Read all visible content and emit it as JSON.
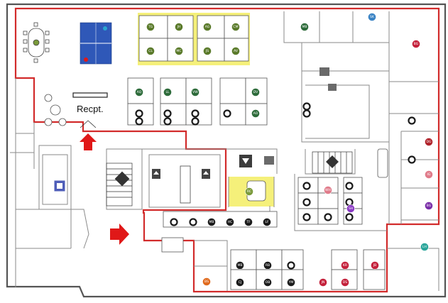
{
  "reception_label": "Recpt.",
  "colors": {
    "outer_wall": "#555555",
    "boundary": "#d22b2b",
    "highlight": "#f5f07a",
    "ping_pong": "#2f58b8",
    "arrow": "#e01818",
    "seat_green": "#2d6b3a",
    "seat_black": "#1b1b1b"
  },
  "icons": [
    "ping-pong-table-icon",
    "stairs-icon",
    "elevator-icon",
    "restroom-icon",
    "printer-icon",
    "down-arrow-icon",
    "up-arrow-icon",
    "red-arrow-icon"
  ],
  "seats": [
    {
      "code": "TG",
      "color": "#5a7a2a"
    },
    {
      "code": "JH",
      "color": "#5a7a2a"
    },
    {
      "code": "AG",
      "color": "#5a7a2a"
    },
    {
      "code": "CM",
      "color": "#5a7a2a"
    },
    {
      "code": "CL",
      "color": "#5a7a2a"
    },
    {
      "code": "MC",
      "color": "#5a7a2a"
    },
    {
      "code": "JS",
      "color": "#5a7a2a"
    },
    {
      "code": "AV",
      "color": "#5a7a2a"
    },
    {
      "code": "AQ",
      "color": "#2d6b3a"
    },
    {
      "code": "LL",
      "color": "#2d6b3a"
    },
    {
      "code": "VW",
      "color": "#2d6b3a"
    },
    {
      "code": "DV",
      "color": "#2d6b3a"
    },
    {
      "code": "AO",
      "color": "#2d6b3a"
    },
    {
      "code": "MB",
      "color": "#2d6b3a"
    },
    {
      "code": "SK",
      "color": "#3a83c4"
    },
    {
      "code": "BG",
      "color": "#c4213b"
    },
    {
      "code": "DG",
      "color": "#b0232b"
    },
    {
      "code": "IG",
      "color": "#e07b8a"
    },
    {
      "code": "BG",
      "color": "#7a2ea8"
    },
    {
      "code": "LH",
      "color": "#2aa59a"
    },
    {
      "code": "WH",
      "color": "#e07b8a"
    },
    {
      "code": "SH",
      "color": "#8a3ac4"
    },
    {
      "code": "MB",
      "color": "#1b1b1b"
    },
    {
      "code": "HC",
      "color": "#1b1b1b"
    },
    {
      "code": "TF",
      "color": "#1b1b1b"
    },
    {
      "code": "LF",
      "color": "#1b1b1b"
    },
    {
      "code": "MB",
      "color": "#1b1b1b"
    },
    {
      "code": "RB",
      "color": "#1b1b1b"
    },
    {
      "code": "CJ",
      "color": "#1b1b1b"
    },
    {
      "code": "OB",
      "color": "#1b1b1b"
    },
    {
      "code": "YM",
      "color": "#1b1b1b"
    },
    {
      "code": "KR",
      "color": "#c4213b"
    },
    {
      "code": "JB",
      "color": "#c4213b"
    },
    {
      "code": "JN",
      "color": "#c4213b"
    },
    {
      "code": "DS",
      "color": "#c4213b"
    },
    {
      "code": "BS",
      "color": "#e06a1e"
    },
    {
      "code": "RC",
      "color": "#7a9a3a"
    }
  ]
}
